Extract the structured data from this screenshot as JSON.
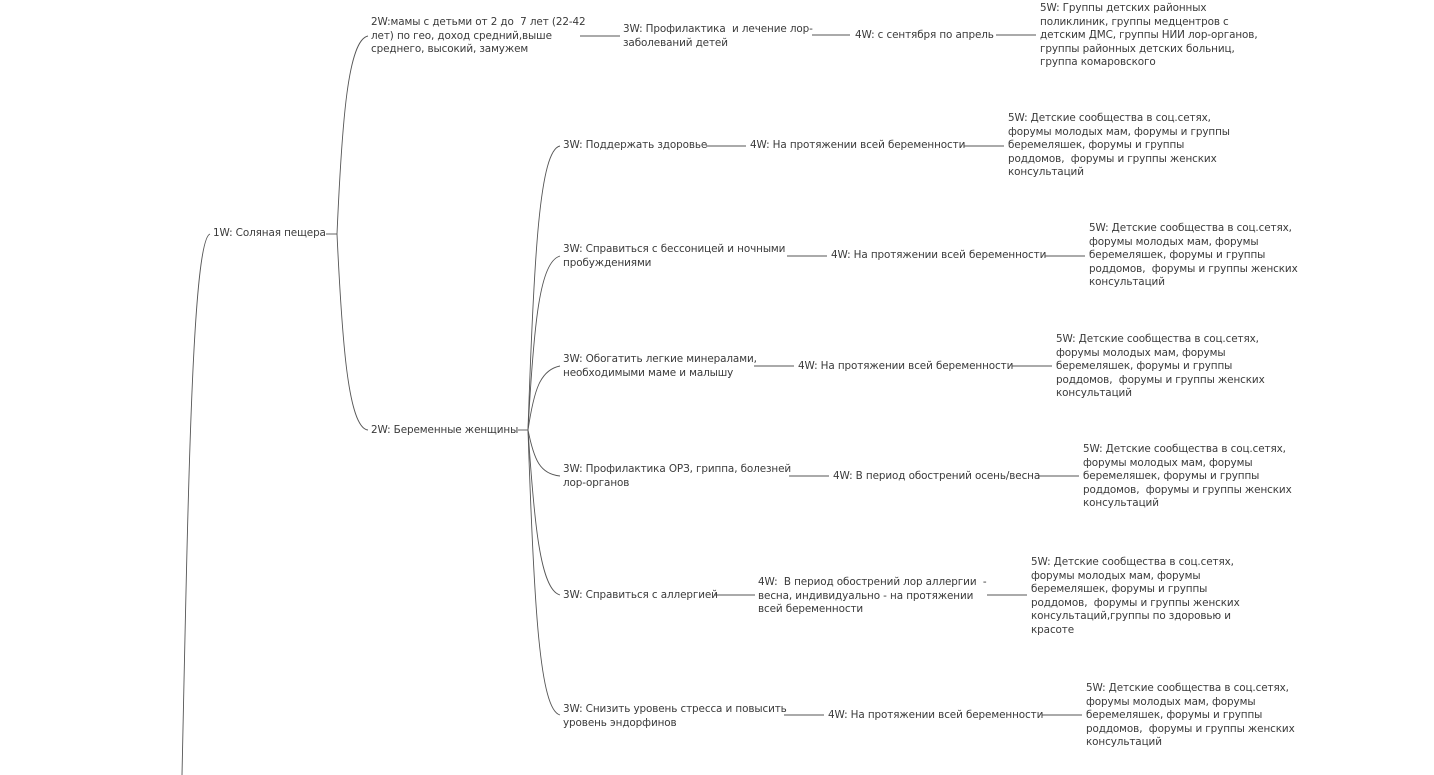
{
  "nodes": {
    "w1": "1W: Соляная пещера",
    "w2a": "2W:мамы с детьми от 2 до  7 лет (22-42\nлет) по гео, доход средний,выше\nсреднего, высокий, замужем",
    "w3a": "3W: Профилактика  и лечение лор-\nзаболеваний детей",
    "w4a": "4W: с сентября по апрель",
    "w5a": "5W: Группы детских районных\nполиклиник, группы медцентров с\nдетским ДМС, группы НИИ лор-органов,\nгруппы районных детских больниц,\nгруппа комаровского",
    "w2b": "2W: Беременные женщины",
    "b1_3": "3W: Поддержать здоровье",
    "b1_4": "4W: На протяжении всей беременности",
    "b1_5": "5W: Детские сообщества в соц.сетях,\nфорумы молодых мам, форумы и группы\nберемеляшек, форумы и группы\nроддомов,  форумы и группы женских\nконсультаций",
    "b2_3": "3W: Справиться с бессоницей и ночными\nпробуждениями",
    "b2_4": "4W: На протяжении всей беременности",
    "b2_5": "5W: Детские сообщества в соц.сетях,\nфорумы молодых мам, форумы\nберемеляшек, форумы и группы\nроддомов,  форумы и группы женских\nконсультаций",
    "b3_3": "3W: Обогатить легкие минералами,\nнеобходимыми маме и малышу",
    "b3_4": "4W: На протяжении всей беременности",
    "b3_5": "5W: Детские сообщества в соц.сетях,\nфорумы молодых мам, форумы\nберемеляшек, форумы и группы\nроддомов,  форумы и группы женских\nконсультаций",
    "b4_3": "3W: Профилактика ОРЗ, гриппа, болезней\nлор-органов",
    "b4_4": "4W: В период обострений осень/весна",
    "b4_5": "5W: Детские сообщества в соц.сетях,\nфорумы молодых мам, форумы\nберемеляшек, форумы и группы\nроддомов,  форумы и группы женских\nконсультаций",
    "b5_3": "3W: Справиться с аллергией",
    "b5_4": "4W:  В период обострений лор аллергии  -\nвесна, индивидуально - на протяжении\nвсей беременности",
    "b5_5": "5W: Детские сообщества в соц.сетях,\nфорумы молодых мам, форумы\nберемеляшек, форумы и группы\nроддомов,  форумы и группы женских\nконсультаций,группы по здоровью и\nкрасоте",
    "b6_3": "3W: Снизить уровень стресса и повысить\nуровень эндорфинов",
    "b6_4": "4W: На протяжении всей беременности",
    "b6_5": "5W: Детские сообщества в соц.сетях,\nфорумы молодых мам, форумы\nберемеляшек, форумы и группы\nроддомов,  форумы и группы женских\nконсультаций"
  },
  "colors": {
    "line": "#555555",
    "text": "#3a3a3a",
    "background": "#ffffff"
  }
}
